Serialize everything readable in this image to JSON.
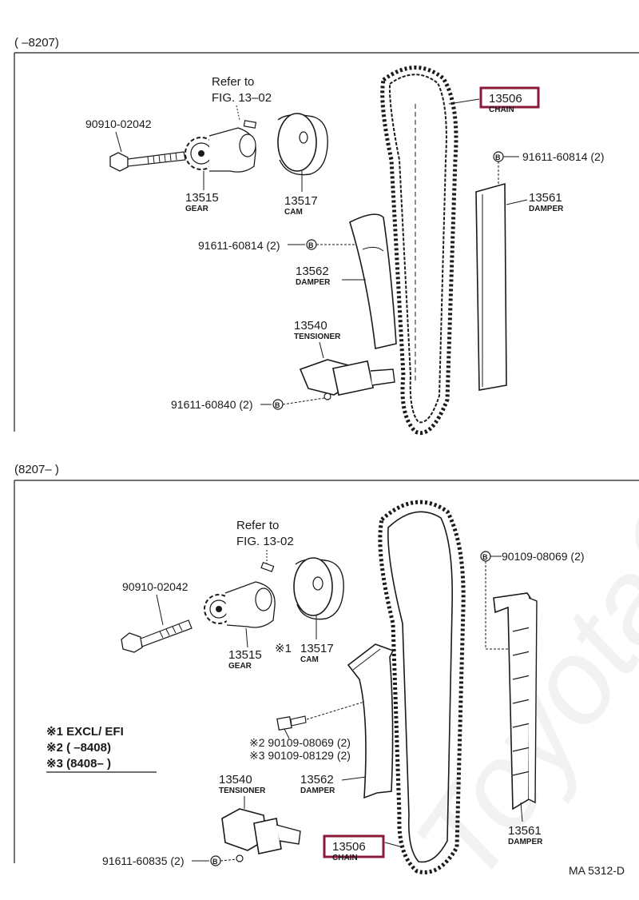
{
  "watermark": "ToyotaCamry.ru",
  "footer_code": "MA  5312-D",
  "top": {
    "range_label": "(      –8207)",
    "refer_text": "Refer to",
    "refer_fig": "FIG. 13–02",
    "bolt_pn": "90910-02042",
    "gear_pn": "13515",
    "gear_name": "GEAR",
    "cam_pn": "13517",
    "cam_name": "CAM",
    "chain_pn": "13506",
    "chain_name": "CHAIN",
    "damper_r_pn": "13561",
    "damper_r_name": "DAMPER",
    "damper_r_bolt": "91611-60814 (2)",
    "damper_l_pn": "13562",
    "damper_l_name": "DAMPER",
    "damper_l_bolt": "91611-60814 (2)",
    "tensioner_pn": "13540",
    "tensioner_name": "TENSIONER",
    "tensioner_bolt": "91611-60840 (2)",
    "marker": "B"
  },
  "bottom": {
    "range_label": "(8207–        )",
    "refer_text": "Refer to",
    "refer_fig": "FIG. 13-02",
    "bolt_pn": "90910-02042",
    "gear_pn": "13515",
    "gear_name": "GEAR",
    "cam_mark": "※1",
    "cam_pn": "13517",
    "cam_name": "CAM",
    "chain_pn": "13506",
    "chain_name": "CHAIN",
    "damper_r_pn": "13561",
    "damper_r_name": "DAMPER",
    "damper_r_bolt": "90109-08069 (2)",
    "damper_l_pn": "13562",
    "damper_l_name": "DAMPER",
    "bolt2": "※2 90109-08069 (2)",
    "bolt3": "※3 90109-08129 (2)",
    "tensioner_pn": "13540",
    "tensioner_name": "TENSIONER",
    "tensioner_bolt": "91611-60835 (2)",
    "marker": "B",
    "legend": [
      "※1 EXCL/ EFI",
      "※2 (        –8408)",
      "※3 (8408–        )"
    ]
  },
  "colors": {
    "highlight": "#8b1a3a",
    "ink": "#1a1a1a"
  }
}
